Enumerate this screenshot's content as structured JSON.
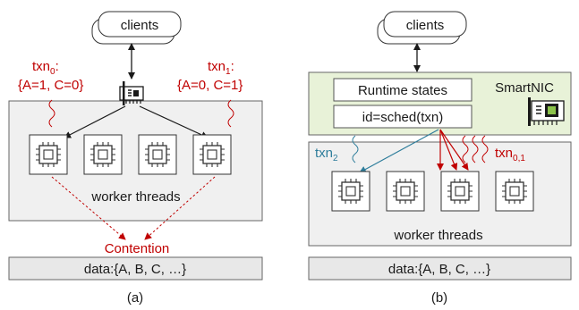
{
  "panel_a": {
    "clients": "clients",
    "txn0": {
      "name": "txn",
      "sub": "0",
      "suffix": ":",
      "values": "{A=1, C=0}"
    },
    "txn1": {
      "name": "txn",
      "sub": "1",
      "suffix": ":",
      "values": "{A=0, C=1}"
    },
    "workers_label": "worker threads",
    "contention": "Contention",
    "data_store": "data:{A, B, C, …}",
    "caption": "(a)"
  },
  "panel_b": {
    "clients": "clients",
    "runtime_states": "Runtime states",
    "sched": "id=sched(txn)",
    "smartnic": "SmartNIC",
    "txn2": {
      "name": "txn",
      "sub": "2"
    },
    "txn01": {
      "name": "txn",
      "sub": "0,1"
    },
    "workers_label": "worker threads",
    "data_store": "data:{A, B, C, …}",
    "caption": "(b)"
  },
  "colors": {
    "accent_red": "#c00000",
    "accent_blue": "#2e7d9b",
    "panel_bg": "#f0f0f0",
    "smartnic_bg": "#e8f2d8"
  }
}
